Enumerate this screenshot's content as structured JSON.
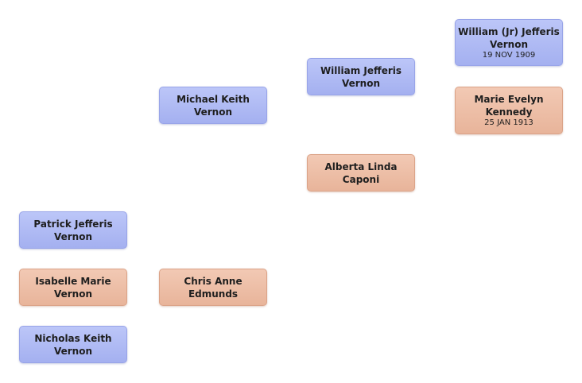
{
  "people": [
    {
      "id": "patrick",
      "gender": "male",
      "name": "Patrick Jefferis\nVernon",
      "date": ""
    },
    {
      "id": "isabelle",
      "gender": "female",
      "name": "Isabelle Marie\nVernon",
      "date": ""
    },
    {
      "id": "nicholas",
      "gender": "male",
      "name": "Nicholas Keith\nVernon",
      "date": ""
    },
    {
      "id": "michael",
      "gender": "male",
      "name": "Michael Keith\nVernon",
      "date": ""
    },
    {
      "id": "chris",
      "gender": "female",
      "name": "Chris Anne\nEdmunds",
      "date": ""
    },
    {
      "id": "william",
      "gender": "male",
      "name": "William Jefferis\nVernon",
      "date": ""
    },
    {
      "id": "alberta",
      "gender": "female",
      "name": "Alberta Linda\nCaponi",
      "date": ""
    },
    {
      "id": "william-jr",
      "gender": "male",
      "name": "William (Jr) Jefferis\nVernon",
      "date": "19 NOV 1909"
    },
    {
      "id": "marie",
      "gender": "female",
      "name": "Marie Evelyn\nKennedy",
      "date": "25 JAN 1913"
    }
  ],
  "colors": {
    "male": "#a9b4f2",
    "female": "#ecbba2"
  }
}
